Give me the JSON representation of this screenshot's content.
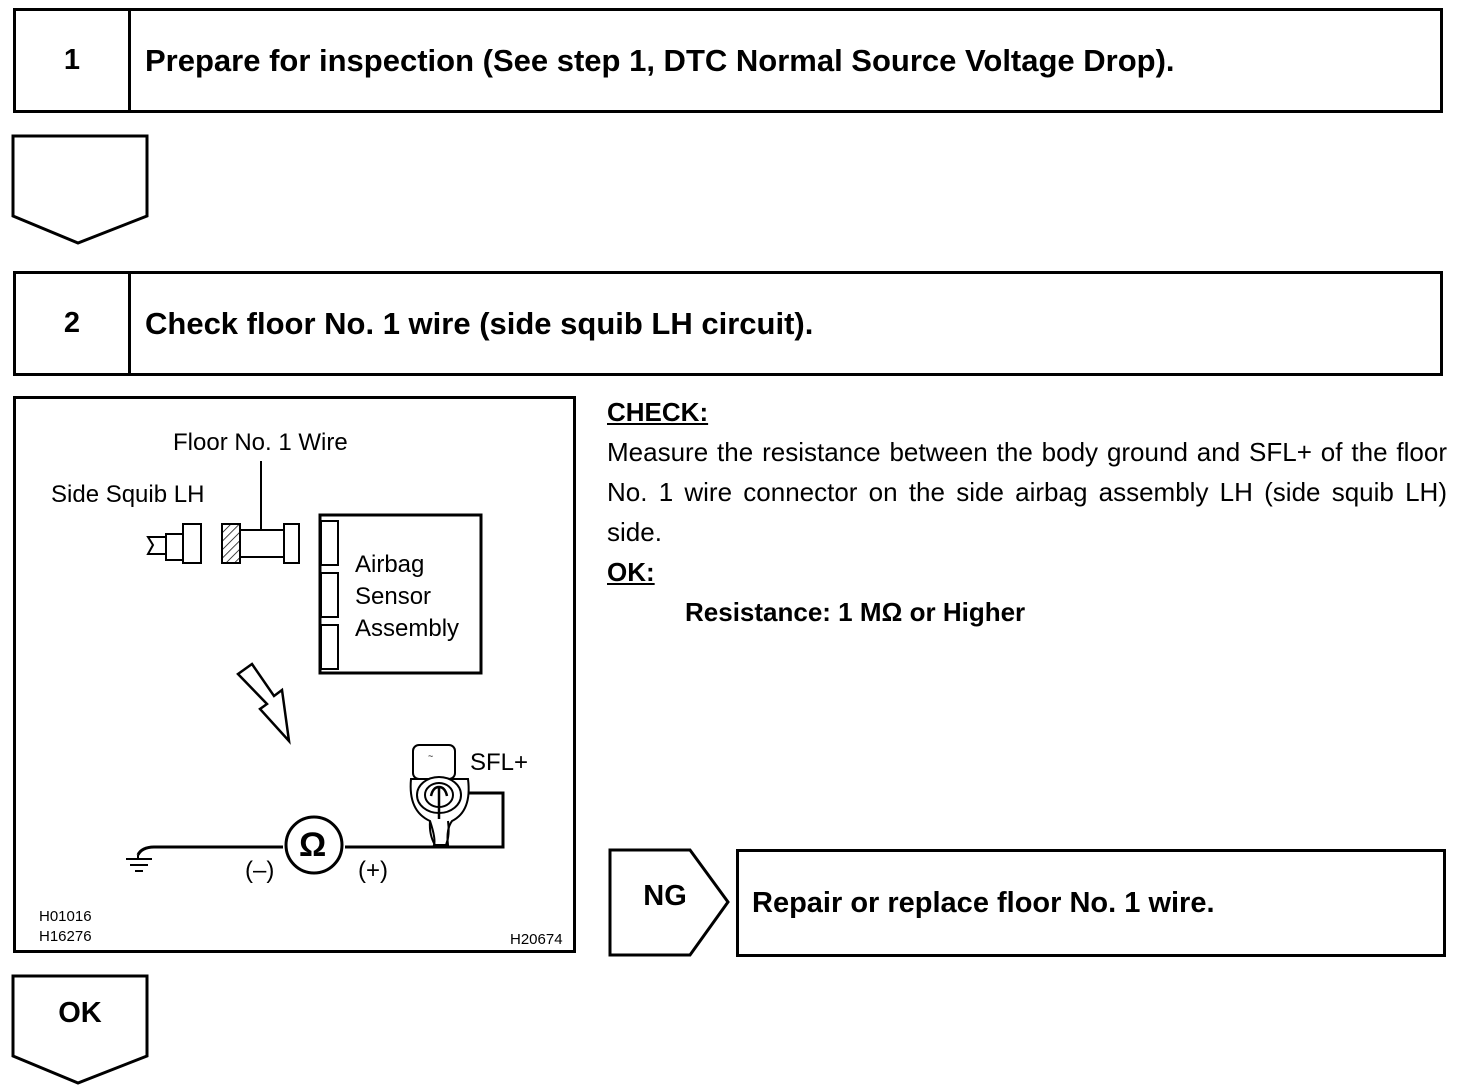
{
  "steps": [
    {
      "number": "1",
      "title": "Prepare for inspection (See step 1, DTC Normal Source Voltage Drop)."
    },
    {
      "number": "2",
      "title": "Check floor No. 1 wire (side squib LH circuit)."
    }
  ],
  "figure": {
    "label_wire": "Floor No. 1 Wire",
    "label_squib": "Side Squib LH",
    "label_airbag": "Airbag",
    "label_sensor": "Sensor",
    "label_assembly": "Assembly",
    "label_terminal": "SFL+",
    "ohm_symbol": "Ω",
    "label_minus": "(–)",
    "label_plus": "(+)",
    "code_1": "H01016",
    "code_2": "H16276",
    "code_3": "H20674"
  },
  "check": {
    "heading": "CHECK:",
    "text": "Measure the resistance between the body ground and SFL+ of the floor No. 1 wire connector on the side airbag assembly LH (side squib LH) side.",
    "ok_heading": "OK:",
    "spec": "Resistance: 1 MΩ or Higher"
  },
  "ng": {
    "label": "NG",
    "action": "Repair or replace floor No. 1 wire."
  },
  "ok_arrow": {
    "label": "OK"
  }
}
